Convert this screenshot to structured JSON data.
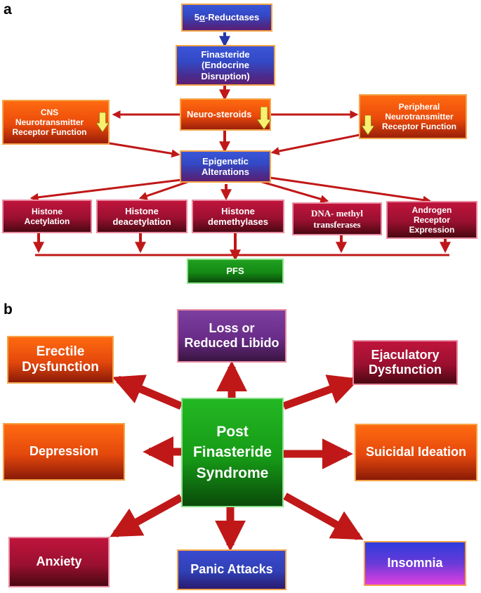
{
  "panel_a": {
    "label": "a",
    "nodes": {
      "reductases": {
        "prefix": "5",
        "alpha": "α",
        "suffix": "-Reductases"
      },
      "finasteride": {
        "lines": [
          "Finasteride",
          "(Endocrine",
          "Disruption)"
        ]
      },
      "neurosteroids": {
        "text": "Neuro-steroids"
      },
      "cns": {
        "lines": [
          "CNS",
          "Neurotransmitter",
          "Receptor Function"
        ]
      },
      "peripheral": {
        "lines": [
          "Peripheral",
          "Neurotransmitter",
          "Receptor Function"
        ]
      },
      "epigenetic": {
        "lines": [
          "Epigenetic",
          "Alterations"
        ]
      },
      "histone_acetylation": {
        "lines": [
          "Histone",
          "Acetylation"
        ]
      },
      "histone_deacetylation": {
        "lines": [
          "Histone",
          "deacetylation"
        ]
      },
      "histone_demethylases": {
        "lines": [
          "Histone",
          "demethylases"
        ]
      },
      "dna_methyl": {
        "lines": [
          "DNA- methyl",
          "transferases"
        ]
      },
      "androgen": {
        "lines": [
          "Androgen",
          "Receptor",
          "Expression"
        ]
      },
      "pfs": {
        "text": "PFS"
      }
    }
  },
  "panel_b": {
    "label": "b",
    "center": {
      "lines": [
        "Post",
        "Finasteride",
        "Syndrome"
      ]
    },
    "symptoms": {
      "libido": {
        "lines": [
          "Loss or",
          "Reduced Libido"
        ]
      },
      "erectile": {
        "lines": [
          "Erectile",
          "Dysfunction"
        ]
      },
      "ejaculatory": {
        "lines": [
          "Ejaculatory",
          "Dysfunction"
        ]
      },
      "depression": {
        "text": "Depression"
      },
      "suicidal": {
        "text": "Suicidal Ideation"
      },
      "anxiety": {
        "text": "Anxiety"
      },
      "panic": {
        "text": "Panic Attacks"
      },
      "insomnia": {
        "text": "Insomnia"
      }
    }
  },
  "colors": {
    "arrow_red": "#c01818",
    "arrow_blue": "#2838a8",
    "indicator_yellow": "#f8f070"
  }
}
